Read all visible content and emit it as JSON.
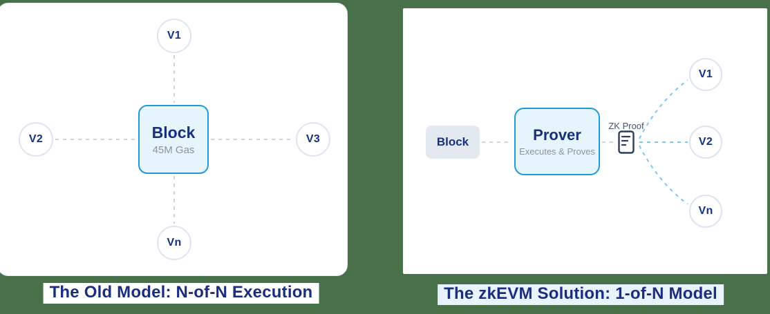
{
  "left_panel": {
    "caption": "The Old Model: N-of-N Execution",
    "block": {
      "title": "Block",
      "subtitle": "45M Gas"
    },
    "validators": [
      "V1",
      "V2",
      "V3",
      "Vn"
    ]
  },
  "right_panel": {
    "caption": "The zkEVM Solution: 1-of-N Model",
    "block_label": "Block",
    "prover": {
      "title": "Prover",
      "subtitle": "Executes & Proves"
    },
    "zk_proof_label": "ZK Proof",
    "validators": [
      "V1",
      "V2",
      "Vn"
    ]
  },
  "colors": {
    "background": "#487149",
    "navy_text": "#16307f",
    "caption_navy": "#1b2e7e",
    "accent_blue_border": "#1e9bd7",
    "light_blue_fill": "#e6f4fc",
    "gray_fill": "#e4e9f1",
    "circle_border": "#dde4f0",
    "gray_dash": "#ccd4e1",
    "blue_dash": "#7cc8f2",
    "subtitle_gray": "#8d939c",
    "caption_highlight_right": "#e9f3fd",
    "doc_icon_stroke": "#2d3b58"
  }
}
